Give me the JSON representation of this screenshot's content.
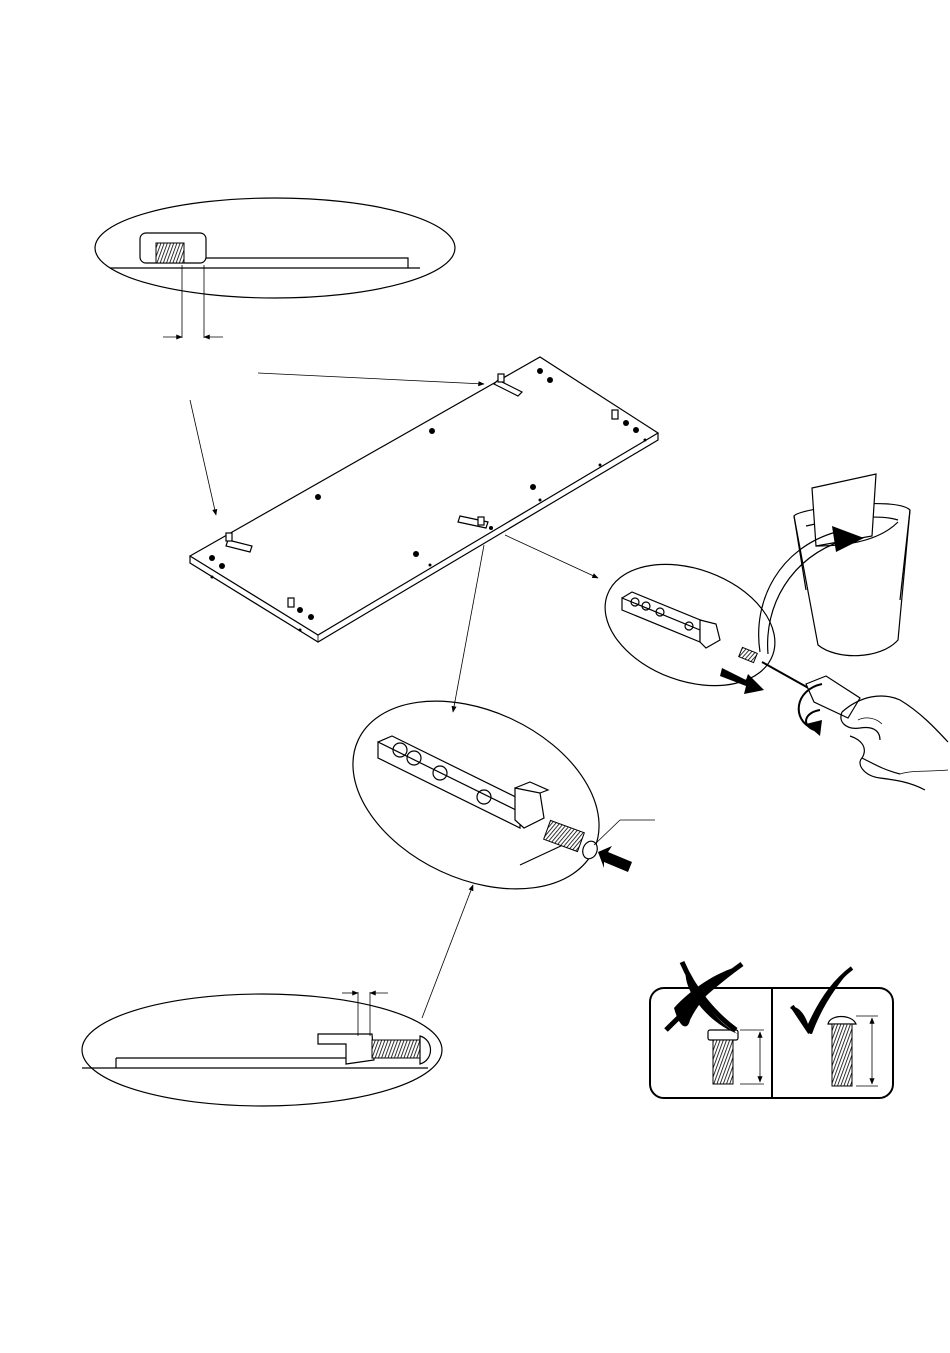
{
  "diagram": {
    "kind": "assembly-instruction-step",
    "callouts": [
      {
        "id": "detail-top-left",
        "shows": "connector-gap-detail"
      },
      {
        "id": "detail-center",
        "shows": "connector-bolt-insertion"
      },
      {
        "id": "detail-right",
        "shows": "remove-shipping-bolt"
      },
      {
        "id": "detail-bottom-left",
        "shows": "bolt-protrusion-detail"
      }
    ],
    "icons": {
      "trash": "trash-bin-icon",
      "hand": "hand-icon",
      "screwdriver": "screwdriver-icon",
      "wrong": "cross-mark-icon",
      "right": "check-mark-icon"
    },
    "colors": {
      "ink": "#000000",
      "paper": "#ffffff"
    }
  }
}
